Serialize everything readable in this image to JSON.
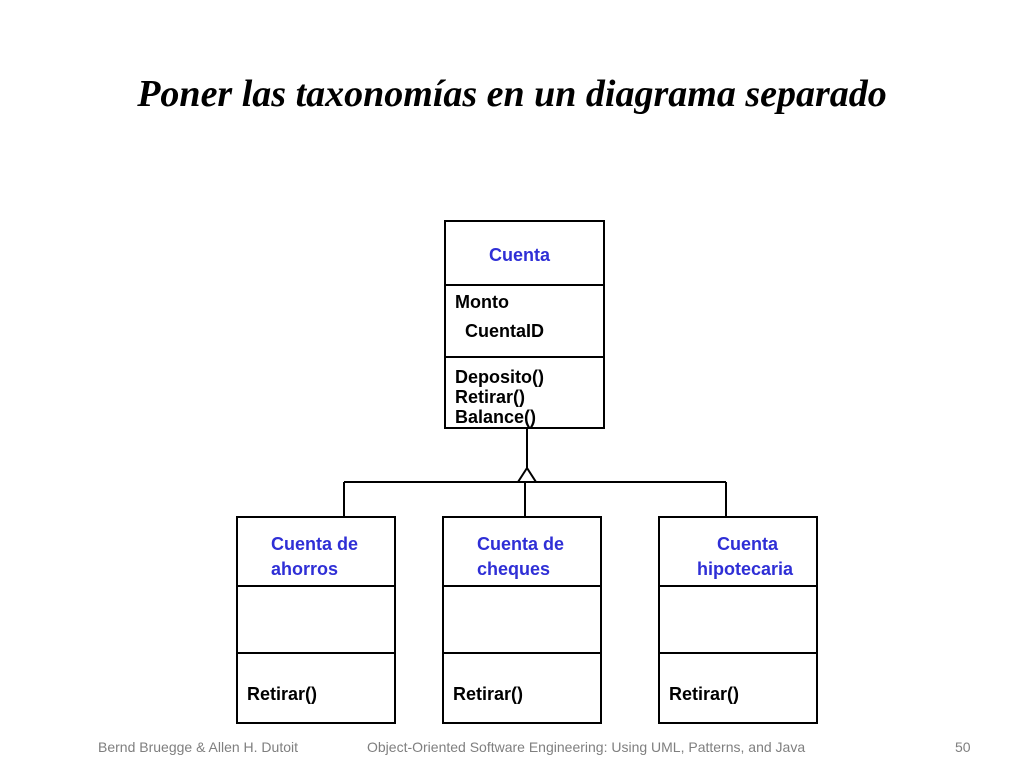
{
  "slide": {
    "title": "Poner las taxonomías en un diagrama separado",
    "footer_left": "Bernd Bruegge & Allen H. Dutoit",
    "footer_center": "Object-Oriented Software Engineering: Using UML, Patterns, and Java",
    "page_number": "50"
  },
  "colors": {
    "class_name": "#2f2fd6",
    "text": "#000000",
    "footer": "#7f7f7f"
  },
  "diagram": {
    "parent": {
      "name": "Cuenta",
      "attributes": [
        "Monto",
        "CuentaID"
      ],
      "operations": [
        "Deposito()",
        "Retirar()",
        "Balance()"
      ]
    },
    "children": [
      {
        "name_line1": "Cuenta de",
        "name_line2": "ahorros",
        "operation": "Retirar()"
      },
      {
        "name_line1": "Cuenta de",
        "name_line2": "cheques",
        "operation": "Retirar()"
      },
      {
        "name_line1": "Cuenta",
        "name_line2": "hipotecaria",
        "operation": "Retirar()"
      }
    ]
  }
}
